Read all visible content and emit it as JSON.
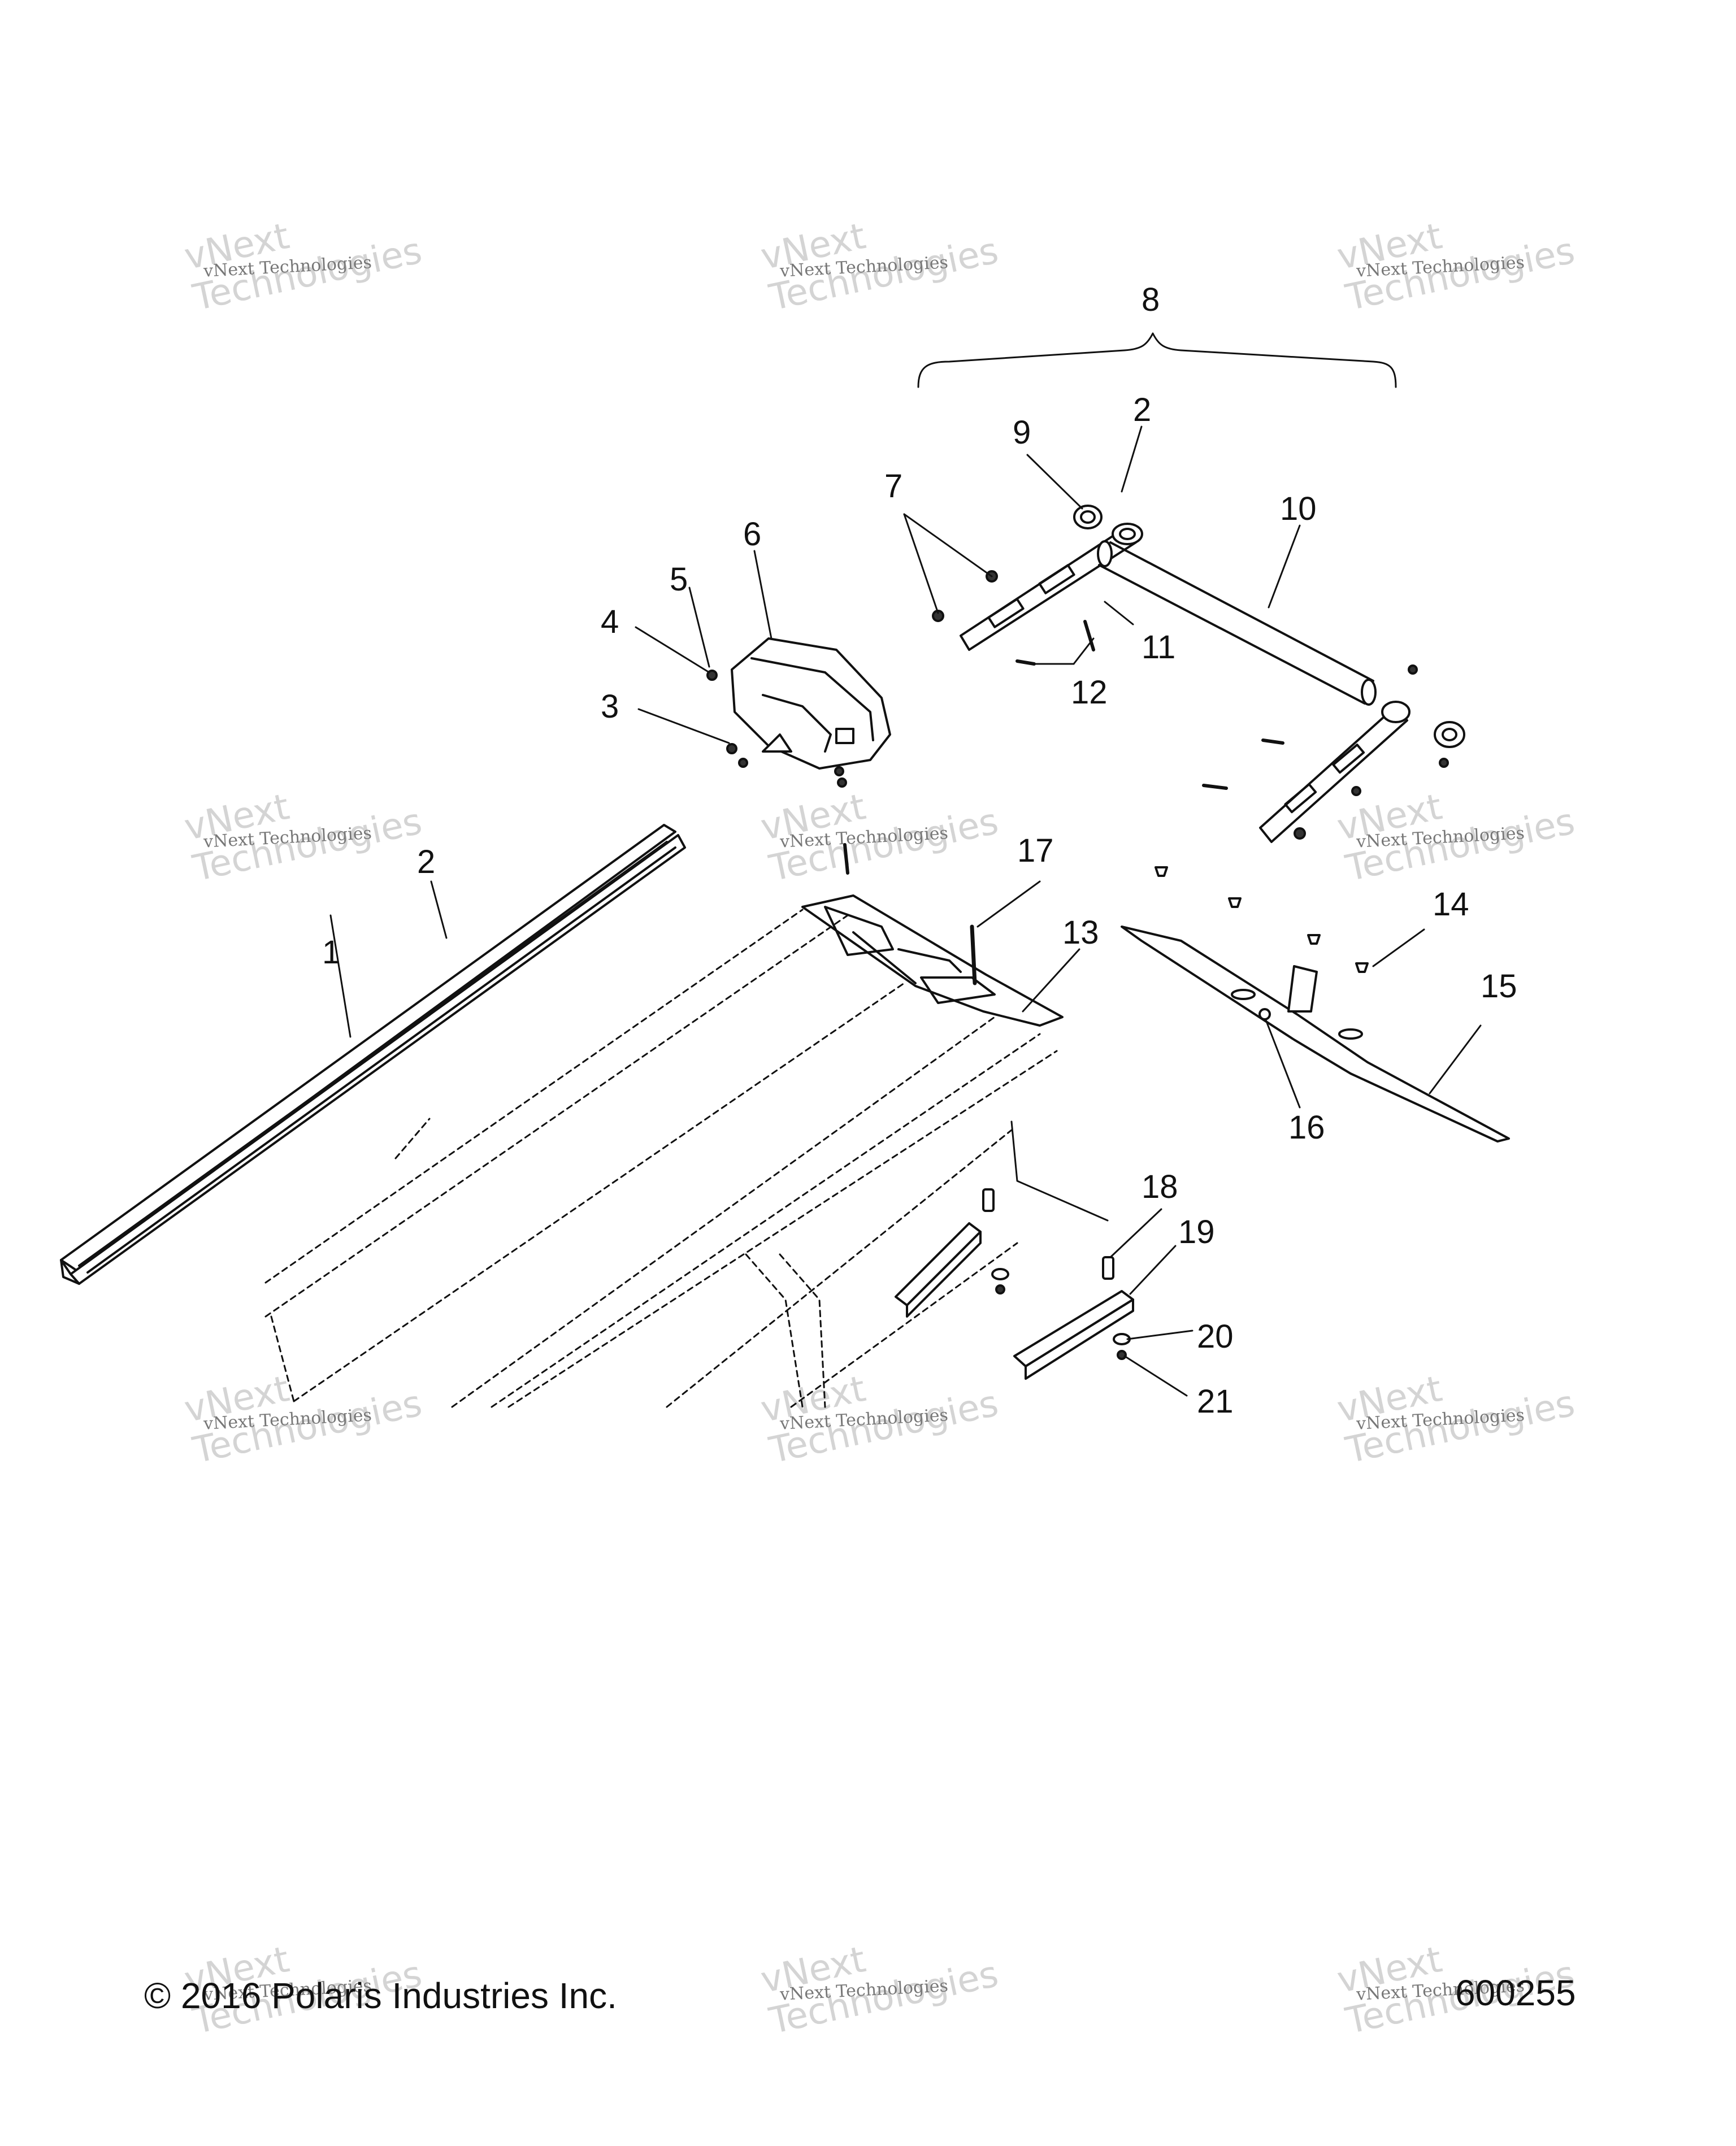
{
  "watermark": {
    "line1": "vNext",
    "line2": "Technologies",
    "small": "vNext Technologies"
  },
  "callouts": {
    "c1": "1",
    "c2a": "2",
    "c2b": "2",
    "c3": "3",
    "c4": "4",
    "c5": "5",
    "c6": "6",
    "c7": "7",
    "c8": "8",
    "c9": "9",
    "c10": "10",
    "c11": "11",
    "c12": "12",
    "c13": "13",
    "c14": "14",
    "c15": "15",
    "c16": "16",
    "c17": "17",
    "c18": "18",
    "c19": "19",
    "c20": "20",
    "c21": "21"
  },
  "footer": {
    "copyright": "© 2016 Polaris Industries Inc.",
    "diagram_number": "600255"
  }
}
